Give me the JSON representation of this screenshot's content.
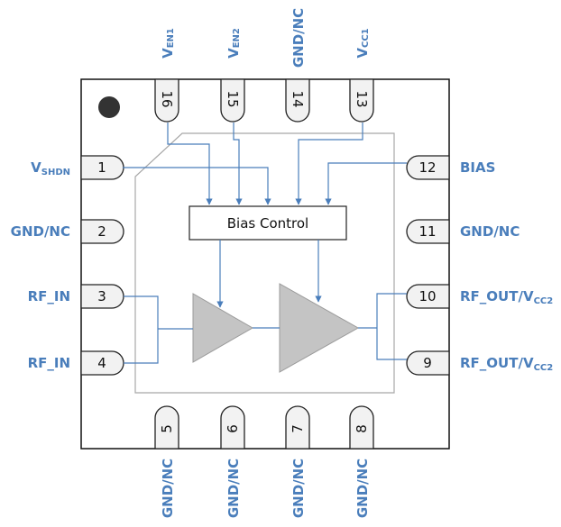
{
  "top_labels": {
    "pin16": {
      "main": "V",
      "sub": "EN1"
    },
    "pin15": {
      "main": "V",
      "sub": "EN2"
    },
    "pin14": {
      "main": "GND/NC"
    },
    "pin13": {
      "main": "V",
      "sub": "CC1"
    }
  },
  "left_labels": {
    "pin1": {
      "main": "V",
      "sub": "SHDN"
    },
    "pin2": "GND/NC",
    "pin3": "RF_IN",
    "pin4": "RF_IN"
  },
  "right_labels": {
    "pin12": "BIAS",
    "pin11": "GND/NC",
    "pin10": {
      "main": "RF_OUT/V",
      "sub": "CC2"
    },
    "pin9": {
      "main": "RF_OUT/V",
      "sub": "CC2"
    }
  },
  "bottom_labels": {
    "pin5": "GND/NC",
    "pin6": "GND/NC",
    "pin7": "GND/NC",
    "pin8": "GND/NC"
  },
  "pin_numbers": {
    "p1": "1",
    "p2": "2",
    "p3": "3",
    "p4": "4",
    "p5": "5",
    "p6": "6",
    "p7": "7",
    "p8": "8",
    "p9": "9",
    "p10": "10",
    "p11": "11",
    "p12": "12",
    "p13": "13",
    "p14": "14",
    "p15": "15",
    "p16": "16"
  },
  "bias_block": {
    "label": "Bias Control"
  },
  "colors": {
    "label": "#4a7ebb",
    "wire": "#4a7ebb",
    "amplifier": "#c4c4c4"
  }
}
